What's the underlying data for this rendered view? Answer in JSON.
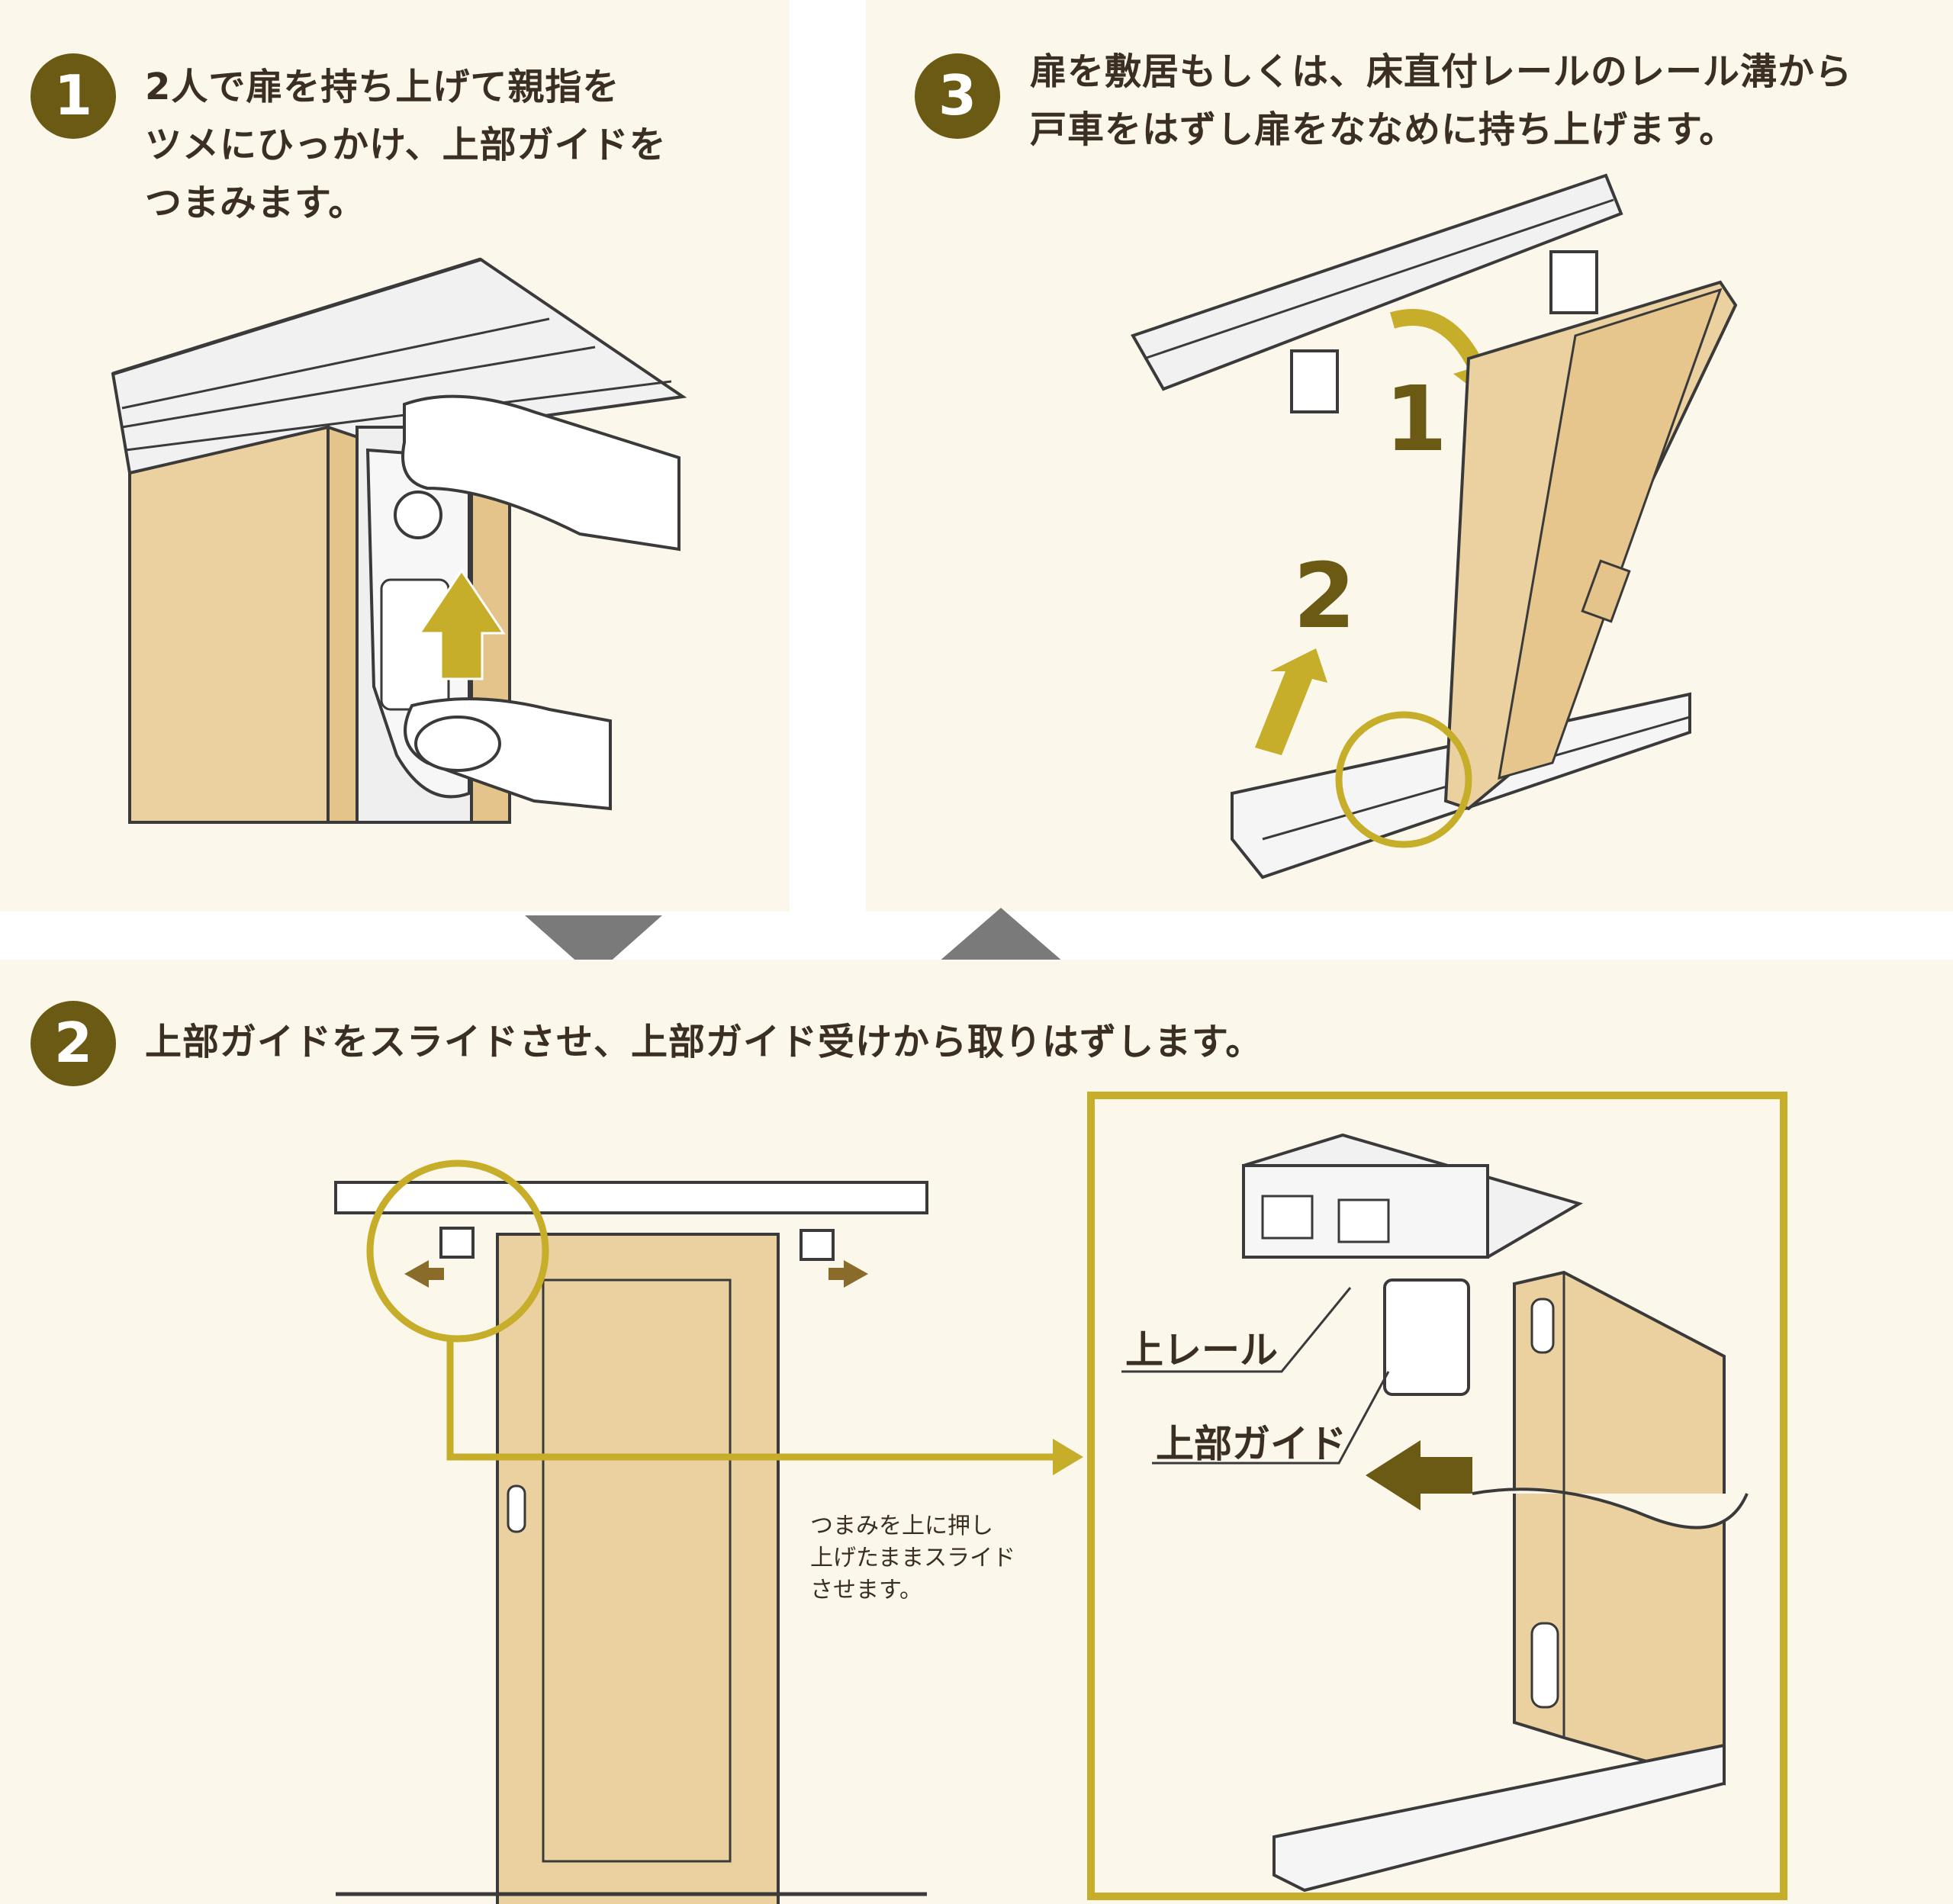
{
  "colors": {
    "background": "#fbf7ea",
    "gold": "#c6ad2a",
    "badge": "#6b5a13",
    "wood": "#ebd1a0",
    "ink": "#3a2f22",
    "divider_arrow": "#7a7a7a"
  },
  "steps": [
    {
      "number": "1",
      "lines": [
        "2人で扉を持ち上げて親指を",
        "ツメにひっかけ、上部ガイドを",
        "つまみます。"
      ]
    },
    {
      "number": "2",
      "lines": [
        "上部ガイドをスライドさせ、上部ガイド受けから取りはずします。"
      ]
    },
    {
      "number": "3",
      "lines": [
        "扉を敷居もしくは、床直付レールのレール溝から",
        "戸車をはずし扉をななめに持ち上げます。"
      ]
    }
  ],
  "diagram3": {
    "order_labels": [
      "1",
      "2"
    ]
  },
  "diagram2": {
    "note_lines": [
      "つまみを上に押し",
      "上げたままスライド",
      "させます。"
    ],
    "callouts": {
      "upper_rail": "上レール",
      "upper_guide": "上部ガイド"
    }
  },
  "icons": [
    "circle-number-icon",
    "arrow-down-icon",
    "arrow-up-icon",
    "arrow-right-icon",
    "arrow-left-icon",
    "arrow-up-icon"
  ]
}
